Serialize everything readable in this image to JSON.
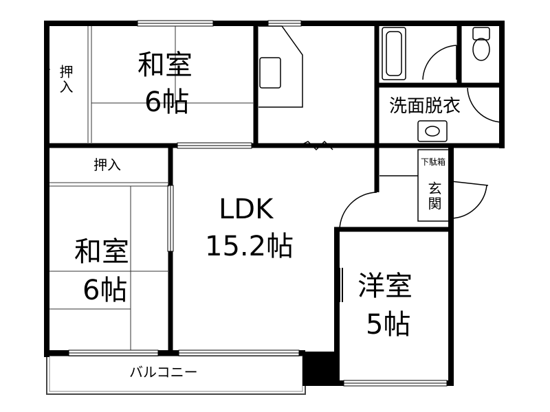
{
  "floorplan": {
    "rooms": {
      "washitsu_top": {
        "name": "和室",
        "size": "6帖"
      },
      "washitsu_bottom": {
        "name": "和室",
        "size": "6帖"
      },
      "ldk": {
        "name": "LDK",
        "size": "15.2帖"
      },
      "youshitsu": {
        "name": "洋室",
        "size": "5帖"
      }
    },
    "labels": {
      "oshiire_left": "押入",
      "oshiire_middle": "押入",
      "senmen": "洗面脱衣",
      "genkan": "玄関",
      "getabako": "下駄箱",
      "balcony": "バルコニー"
    }
  }
}
